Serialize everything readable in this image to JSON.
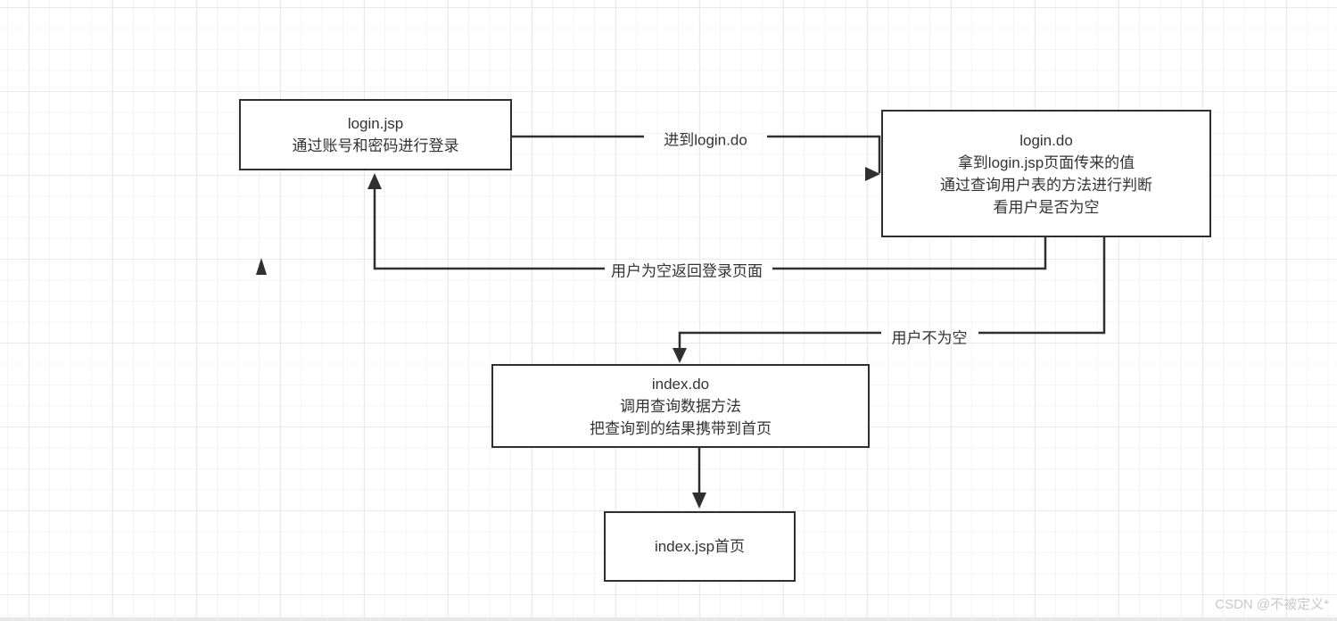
{
  "canvas": {
    "watermark": "CSDN @不被定义*"
  },
  "nodes": {
    "login_jsp": {
      "lines": [
        "login.jsp",
        "通过账号和密码进行登录"
      ]
    },
    "login_do": {
      "lines": [
        "login.do",
        "拿到login.jsp页面传来的值",
        "通过查询用户表的方法进行判断",
        "看用户是否为空"
      ]
    },
    "index_do": {
      "lines": [
        "index.do",
        "调用查询数据方法",
        "把查询到的结果携带到首页"
      ]
    },
    "index_jsp": {
      "lines": [
        "index.jsp首页"
      ]
    }
  },
  "edges": {
    "to_login_do": {
      "label": "进到login.do"
    },
    "empty_return": {
      "label": "用户为空返回登录页面"
    },
    "not_empty": {
      "label": "用户不为空"
    }
  }
}
